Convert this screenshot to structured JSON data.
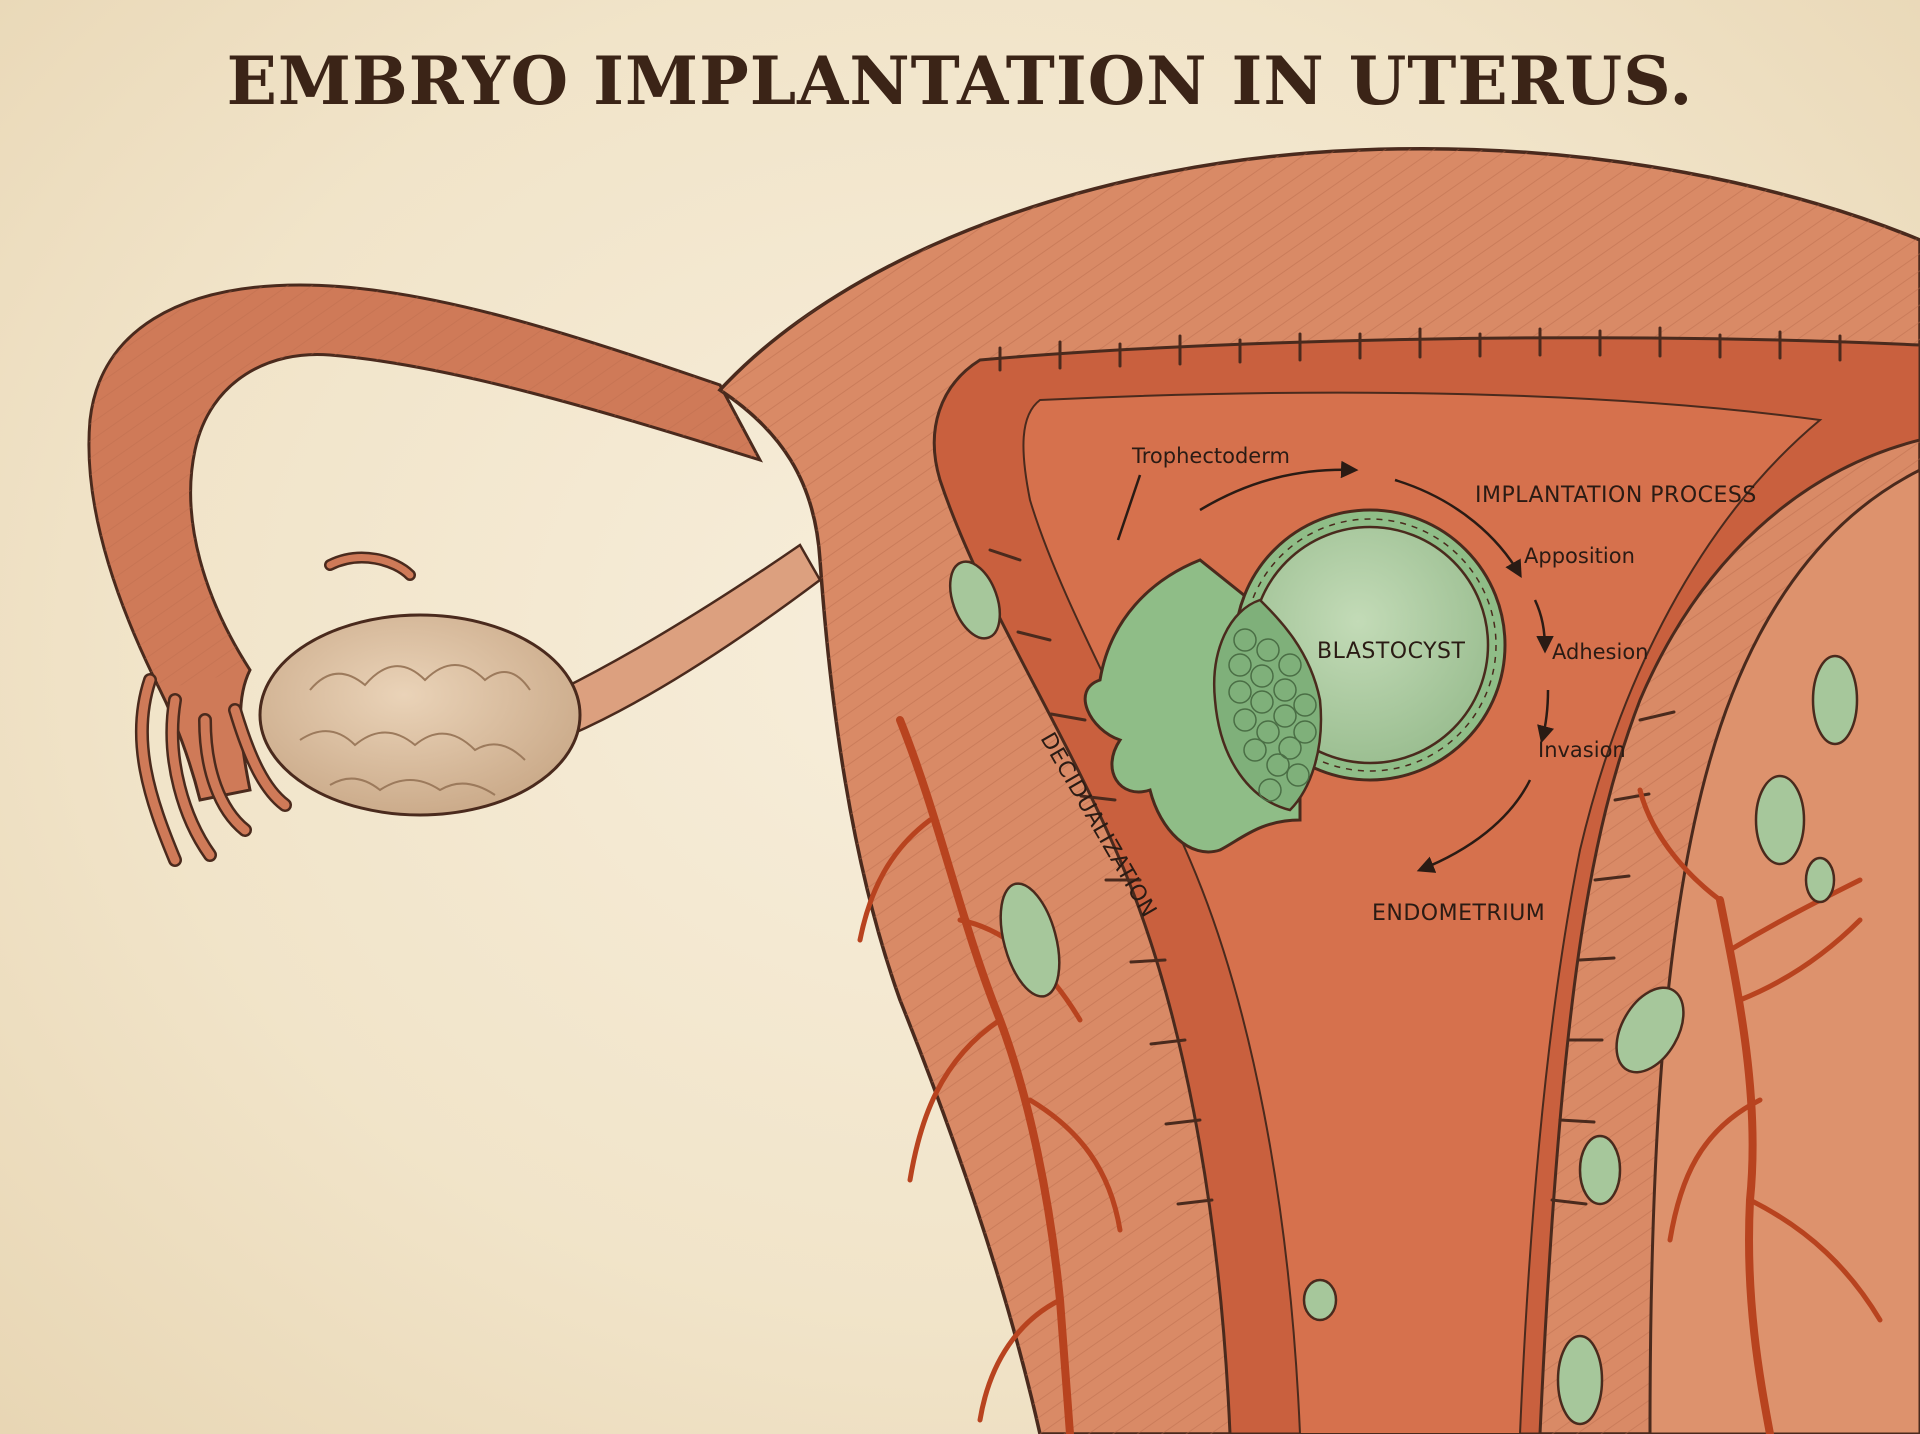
{
  "title": "EMBRYO IMPLANTATION IN UTERUS.",
  "labels": {
    "trophectoderm": "Trophectoderm",
    "implantation_process": "IMPLANTATION PROCESS",
    "apposition": "Apposition",
    "adhesion": "Adhesion",
    "invasion": "Invasion",
    "blastocyst": "BLASTOCYST",
    "decidualization": "DECIDUALIZATION",
    "endometrium": "ENDOMETRIUM"
  },
  "colors": {
    "paper": "#f2e7d0",
    "myometrium": "#d98a66",
    "endometrium": "#c9603e",
    "outline": "#4a2a1d",
    "blastocyst": "#a9c79f",
    "inner_cell_mass": "#7fb07a",
    "ovary": "#dcc0a2",
    "vessel": "#b8431f"
  }
}
